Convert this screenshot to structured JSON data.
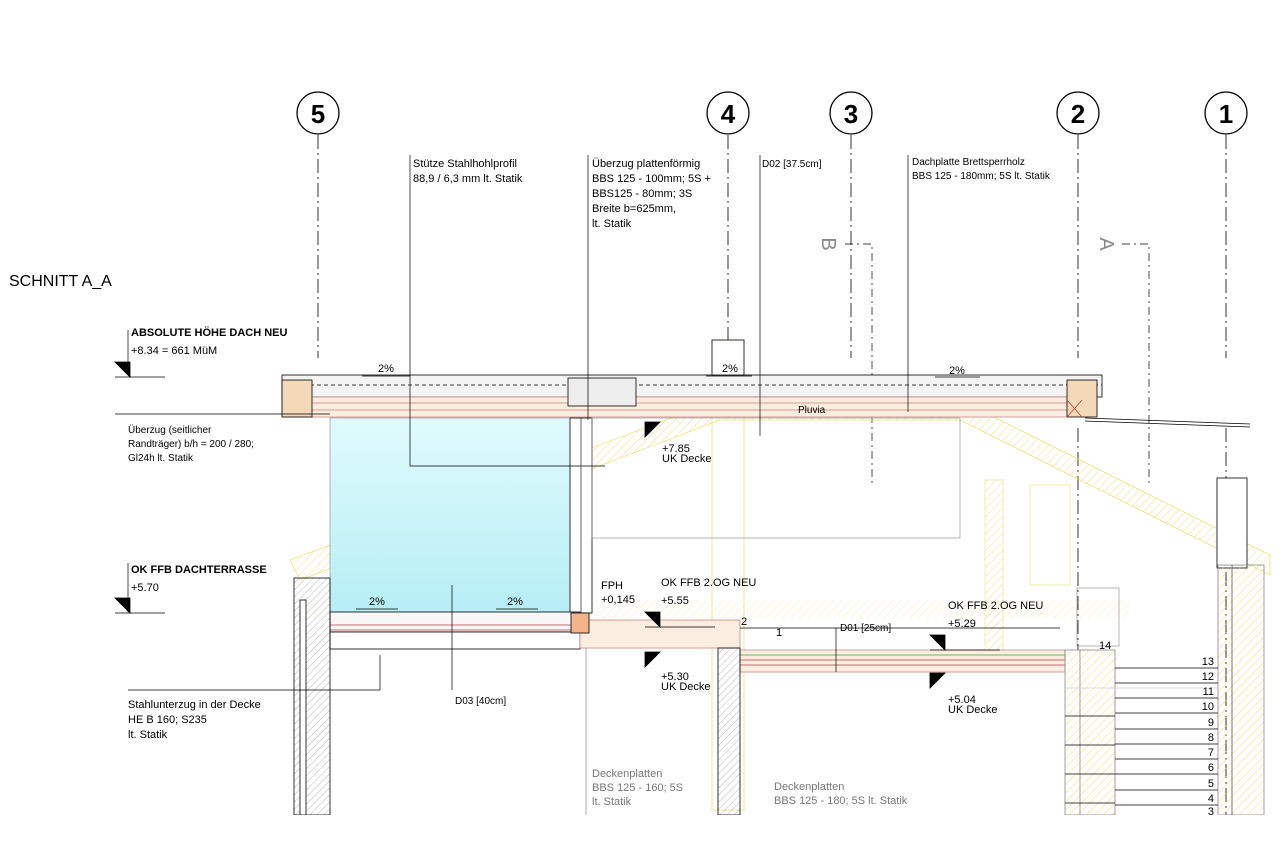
{
  "section_title": "SCHNITT A_A",
  "axes": [
    "5",
    "4",
    "3",
    "2",
    "1"
  ],
  "section_markers": [
    "B",
    "A"
  ],
  "annotations": {
    "stuetze": [
      "Stütze Stahlhohlprofil",
      "88,9 / 6,3 mm  lt. Statik"
    ],
    "ueberzug_platten": [
      "Überzug plattenförmig",
      "BBS 125 - 100mm; 5S +",
      "BBS125 - 80mm; 3S",
      "Breite b=625mm,",
      "lt. Statik"
    ],
    "d02": "D02 [37.5cm]",
    "dachplatte": [
      "Dachplatte Brettsperrholz",
      "BBS 125 - 180mm; 5S lt. Statik"
    ],
    "ueberzug_seitlich": [
      "Überzug (seitlicher",
      "Randträger) b/h = 200 / 280;",
      "Gl24h lt. Statik"
    ],
    "stahlunterzug": [
      "Stahlunterzug in der Decke",
      "HE B 160; S235",
      "lt. Statik"
    ],
    "d03": "D03 [40cm]",
    "d01": "D01 [25cm]",
    "deckenplatten_1": [
      "Deckenplatten",
      "BBS 125 - 160; 5S",
      "lt. Statik"
    ],
    "deckenplatten_2": [
      "Deckenplatten",
      "BBS 125 - 180; 5S lt. Statik"
    ],
    "pluvia": "Pluvia"
  },
  "levels": {
    "dach_title": "ABSOLUTE HÖHE DACH NEU",
    "dach_value": "+8.34 = 661 MüM",
    "terrasse_title": "OK FFB DACHTERRASSE",
    "terrasse_value": "+5.70",
    "uk_decke_1_value": "+7.85",
    "uk_decke_1_label": "UK Decke",
    "fph_title": "FPH",
    "fph_value": "+0,145",
    "og_1_title": "OK FFB 2.OG NEU",
    "og_1_value": "+5.55",
    "og_2_title": "OK FFB 2.OG NEU",
    "og_2_value": "+5.29",
    "uk_decke_2_value": "+5.30",
    "uk_decke_2_label": "UK Decke",
    "uk_decke_3_value": "+5.04",
    "uk_decke_3_label": "UK Decke"
  },
  "slopes": [
    "2%",
    "2%",
    "2%",
    "2%",
    "2%"
  ],
  "step_marks": [
    "2",
    "1",
    "14"
  ],
  "stair_numbers": [
    "13",
    "12",
    "11",
    "10",
    "9",
    "8",
    "7",
    "6",
    "5",
    "4",
    "3"
  ]
}
